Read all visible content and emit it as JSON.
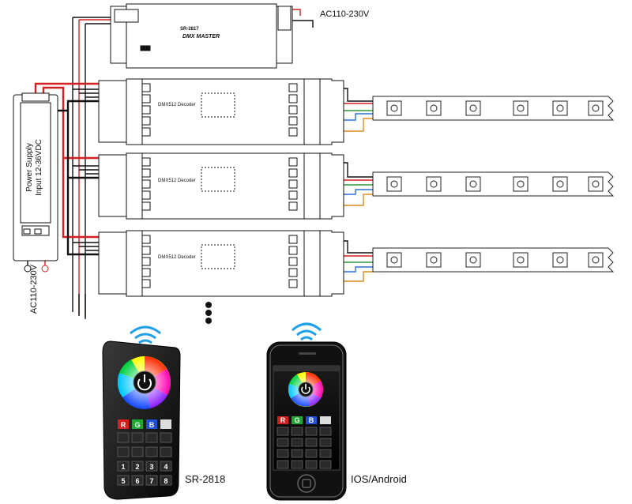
{
  "master": {
    "model": "SR-2817",
    "name": "DMX MASTER"
  },
  "mains_top": "AC110-230V",
  "decoders": [
    {
      "label": "DMX512 Decoder"
    },
    {
      "label": "DMX512 Decoder"
    },
    {
      "label": "DMX512 Decoder"
    }
  ],
  "power_supply": {
    "line1": "Power Supply",
    "line2": "Input 12-36VDC"
  },
  "mains_left": "AC110-230V",
  "remote_label": "SR-2818",
  "phone_label": "IOS/Android",
  "keypad": {
    "rgb": [
      "R",
      "G",
      "B"
    ],
    "digits": [
      "1",
      "2",
      "3",
      "4",
      "5",
      "6",
      "7",
      "8"
    ]
  },
  "colors": {
    "live": "#d42020",
    "neutral": "#111111",
    "green": "#2e9a3c",
    "blue": "#2a6fd6",
    "orange": "#e08a1e",
    "wifi": "#1ea0e8"
  }
}
